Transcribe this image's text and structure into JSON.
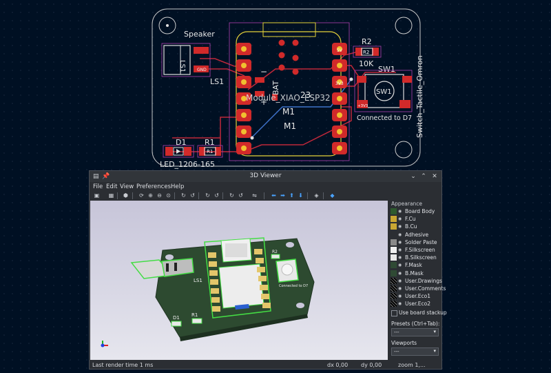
{
  "pcb": {
    "speaker_label": "Speaker",
    "ls1_label": "LS1",
    "ls1_ref": "LS1",
    "r2_label": "R2",
    "r2_value": "10K",
    "r2_pad": "R2",
    "sw1_label": "SW1",
    "sw1_body": "SW1",
    "switch_name": "Switch_Tactile_Omron",
    "connected_label": "Connected to D7",
    "d1_label": "D1",
    "r1_label": "R1",
    "r1_pad": "R1",
    "led_name": "LED_1206-165",
    "module_name": "Module_XIAO_ESP32",
    "m1_a": "M1",
    "m1_b": "M1",
    "bat_label": "BAT",
    "bat_minus": "−",
    "bat_plus": "+",
    "pad_23": "23",
    "pad_gnd": "GND",
    "pad_5v": "5V",
    "pad_3v3": "3V3",
    "pad_3v3b": "+3V3"
  },
  "viewer": {
    "title": "3D Viewer",
    "menu": [
      "File",
      "Edit",
      "View",
      "Preferences",
      "Help"
    ],
    "appearance_title": "Appearance",
    "layers": [
      {
        "label": "Board Body",
        "color": "#2e5a2e"
      },
      {
        "label": "F.Cu",
        "color": "#c8a632"
      },
      {
        "label": "B.Cu",
        "color": "#c8a632"
      },
      {
        "label": "Adhesive",
        "color": "#2b2e33"
      },
      {
        "label": "Solder Paste",
        "color": "#8a8a8a"
      },
      {
        "label": "F.Silkscreen",
        "color": "#f0f0f0"
      },
      {
        "label": "B.Silkscreen",
        "color": "#e8e8e8"
      },
      {
        "label": "F.Mask",
        "color": "#2f4a34"
      },
      {
        "label": "B.Mask",
        "color": "#2f4a34"
      },
      {
        "label": "User.Drawings",
        "color": "#111111"
      },
      {
        "label": "User.Comments",
        "color": "#111111"
      },
      {
        "label": "User.Eco1",
        "color": "#111111"
      },
      {
        "label": "User.Eco2",
        "color": "#111111"
      }
    ],
    "use_stackup": "Use board stackup",
    "presets_label": "Presets (Ctrl+Tab):",
    "presets_value": "---",
    "viewports_label": "Viewports",
    "viewports_value": "---",
    "board": {
      "ls1": "LS1",
      "d1": "D1",
      "r1": "R1",
      "r2": "R2",
      "connected": "Connected to D7"
    },
    "status": {
      "render_time": "Last render time 1 ms",
      "dx": "dx 0,00",
      "dy": "dy 0,00",
      "zoom": "zoom 1,..."
    }
  }
}
